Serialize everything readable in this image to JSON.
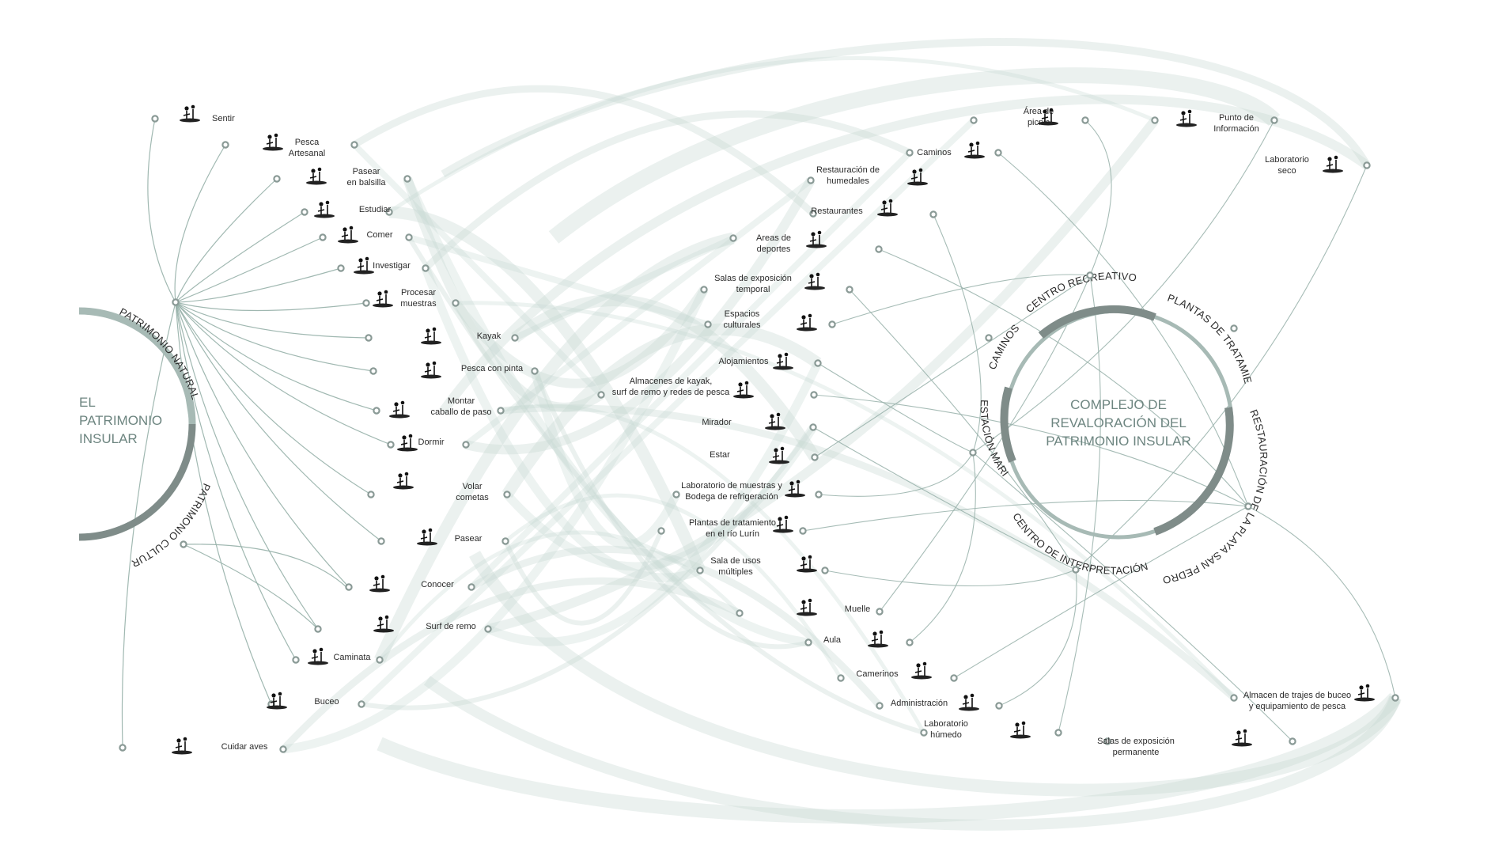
{
  "left_hub": {
    "title": [
      "EL",
      "PATRIMONIO",
      "INSULAR"
    ],
    "arc_natural": "PATRIMONIO NATURAL",
    "arc_cultural": "PATRIMONIO CULTURAL"
  },
  "right_hub": {
    "title": [
      "COMPLEJO DE",
      "REVALORACIÓN DEL",
      "PATRIMONIO INSULAR"
    ],
    "arcs": [
      "CENTRO RECREATIVO",
      "PLANTAS DE TRATAMIENTO",
      "RESTAURACIÓN DE LA PLAYA SAN PEDRO",
      "CENTRO DE INTERPRETACIÓN",
      "ESTACIÓN MARINA",
      "CAMINOS"
    ]
  },
  "activities": [
    {
      "label": [
        "Sentir"
      ],
      "icon": "hammock-icon"
    },
    {
      "label": [
        "Pesca",
        "Artesanal"
      ],
      "icon": "fishing-net-icon"
    },
    {
      "label": [
        "Pasear",
        "en balsilla"
      ],
      "icon": "raft-icon"
    },
    {
      "label": [
        "Estudiar"
      ],
      "icon": "study-icon"
    },
    {
      "label": [
        "Comer"
      ],
      "icon": "eating-icon"
    },
    {
      "label": [
        "Investigar"
      ],
      "icon": "research-icon"
    },
    {
      "label": [
        "Procesar",
        "muestras"
      ],
      "icon": "samples-icon"
    },
    {
      "label": [
        "Kayak"
      ],
      "icon": "kayak-icon"
    },
    {
      "label": [
        "Pesca con pinta"
      ],
      "icon": "line-fishing-icon"
    },
    {
      "label": [
        "Montar",
        "caballo de paso"
      ],
      "icon": "horse-icon"
    },
    {
      "label": [
        "Dormir"
      ],
      "icon": "sleeping-icon"
    },
    {
      "label": [
        "Volar",
        "cometas"
      ],
      "icon": "kite-icon"
    },
    {
      "label": [
        "Pasear"
      ],
      "icon": "boat-icon"
    },
    {
      "label": [
        "Conocer"
      ],
      "icon": "exhibit-icon"
    },
    {
      "label": [
        "Surf de remo"
      ],
      "icon": "paddle-surf-icon"
    },
    {
      "label": [
        "Caminata"
      ],
      "icon": "hiking-icon"
    },
    {
      "label": [
        "Buceo"
      ],
      "icon": "diving-icon"
    },
    {
      "label": [
        "Cuidar aves"
      ],
      "icon": "birds-icon"
    }
  ],
  "spaces": [
    {
      "label": [
        "Área de",
        "picnic"
      ],
      "icon": "picnic-icon"
    },
    {
      "label": [
        "Punto de",
        "Información"
      ],
      "icon": "information-icon"
    },
    {
      "label": [
        "Caminos"
      ],
      "icon": "path-icon"
    },
    {
      "label": [
        "Laboratorio",
        "seco"
      ],
      "icon": "dry-lab-icon"
    },
    {
      "label": [
        "Restauración de",
        "humedales"
      ],
      "icon": "wetland-icon"
    },
    {
      "label": [
        "Restaurantes"
      ],
      "icon": "restaurant-icon"
    },
    {
      "label": [
        "Areas de",
        "deportes"
      ],
      "icon": "sports-icon"
    },
    {
      "label": [
        "Salas de exposición",
        "temporal"
      ],
      "icon": "temporary-exhibit-icon"
    },
    {
      "label": [
        "Espacios",
        "culturales"
      ],
      "icon": "culture-icon"
    },
    {
      "label": [
        "Alojamientos"
      ],
      "icon": "lodging-icon"
    },
    {
      "label": [
        "Almacenes de kayak,",
        "surf de remo y redes de pesca"
      ],
      "icon": "storage-icon"
    },
    {
      "label": [
        "Mirador"
      ],
      "icon": "lookout-icon"
    },
    {
      "label": [
        "Estar"
      ],
      "icon": "lounge-icon"
    },
    {
      "label": [
        "Laboratorio de muestras y",
        "Bodega de refrigeración"
      ],
      "icon": "cold-lab-icon"
    },
    {
      "label": [
        "Plantas de tratamiento",
        "en el río Lurín"
      ],
      "icon": "treatment-plant-icon"
    },
    {
      "label": [
        "Sala de usos",
        "múltiples"
      ],
      "icon": "multiuse-icon"
    },
    {
      "label": [
        "Muelle"
      ],
      "icon": "pier-icon"
    },
    {
      "label": [
        "Aula"
      ],
      "icon": "classroom-icon"
    },
    {
      "label": [
        "Camerinos"
      ],
      "icon": "dressing-room-icon"
    },
    {
      "label": [
        "Administración"
      ],
      "icon": "office-icon"
    },
    {
      "label": [
        "Laboratorio",
        "húmedo"
      ],
      "icon": "wet-lab-icon"
    },
    {
      "label": [
        "Salas de exposición",
        "permanente"
      ],
      "icon": "permanent-exhibit-icon"
    },
    {
      "label": [
        "Almacen de trajes de buceo",
        "y equipamiento de pesca"
      ],
      "icon": "dive-storage-icon"
    }
  ],
  "colors": {
    "line": "#96b0a9",
    "band": "#c5d6d1",
    "node": "#8a9a96",
    "arc_dark": "#7f8c89",
    "arc_light": "#a7bab5",
    "hub_text": "#6d8580"
  }
}
